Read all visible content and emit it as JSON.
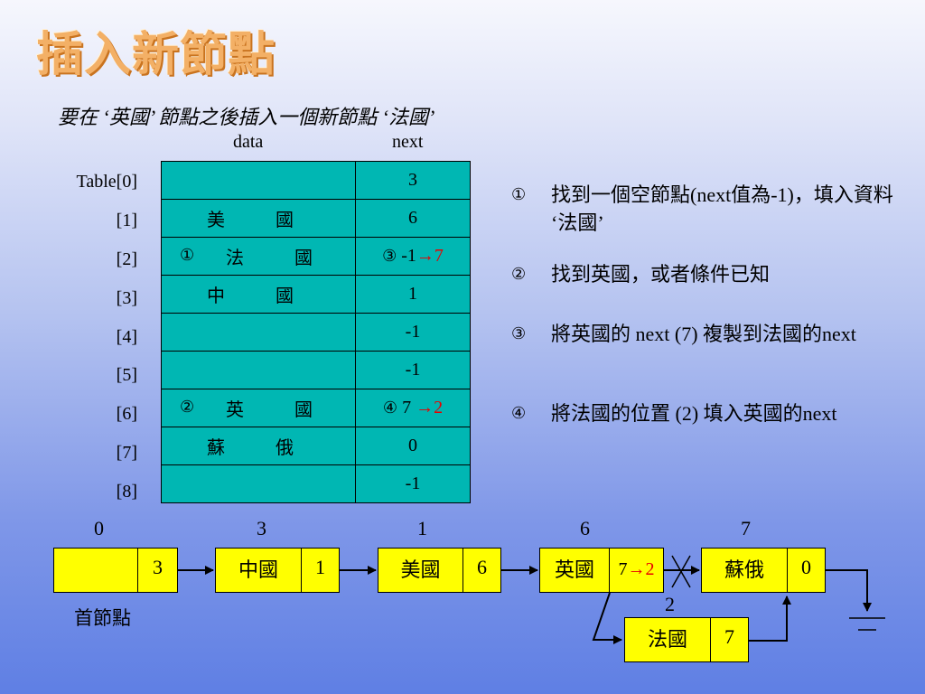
{
  "title": "插入新節點",
  "subtitle": "要在 ‘英國’ 節點之後插入一個新節點 ‘法國’",
  "table": {
    "col_data": "data",
    "col_next": "next",
    "rows": [
      {
        "label": "Table[0]",
        "data": "",
        "next": "3"
      },
      {
        "label": "[1]",
        "data": "美　國",
        "next": "6"
      },
      {
        "label": "[2]",
        "mark": "①",
        "data": "法　國",
        "next_mark": "③",
        "next_old": "-1",
        "next_new": "→7"
      },
      {
        "label": "[3]",
        "data": "中　國",
        "next": "1"
      },
      {
        "label": "[4]",
        "data": "",
        "next": "-1"
      },
      {
        "label": "[5]",
        "data": "",
        "next": "-1"
      },
      {
        "label": "[6]",
        "mark": "②",
        "data": "英　國",
        "next_mark": "④",
        "next_old": "7",
        "next_new": "→2"
      },
      {
        "label": "[7]",
        "data": "蘇　俄",
        "next": "0"
      },
      {
        "label": "[8]",
        "data": "",
        "next": "-1"
      }
    ]
  },
  "notes": [
    {
      "num": "①",
      "text": "找到一個空節點(next值為-1)，填入資料 ‘法國’"
    },
    {
      "num": "②",
      "text": "找到英國，或者條件已知"
    },
    {
      "num": "③",
      "text": "將英國的 next (7) 複製到法國的next"
    },
    {
      "num": "④",
      "text": "將法國的位置 (2) 填入英國的next"
    }
  ],
  "list": {
    "indices": [
      "0",
      "3",
      "1",
      "6",
      "7"
    ],
    "head_label": "首節點",
    "nodes": [
      {
        "data": "",
        "next": "3"
      },
      {
        "data": "中國",
        "next": "1"
      },
      {
        "data": "美國",
        "next": "6"
      },
      {
        "data": "英國",
        "next_old": "7",
        "next_new": "→2"
      },
      {
        "data": "蘇俄",
        "next": "0"
      }
    ],
    "new_index": "2",
    "new_node": {
      "data": "法國",
      "next": "7"
    }
  },
  "colors": {
    "cell_fill": "#00b7b3",
    "node_fill": "#ffff00",
    "highlight": "#e80000",
    "title": "#f3b066"
  }
}
